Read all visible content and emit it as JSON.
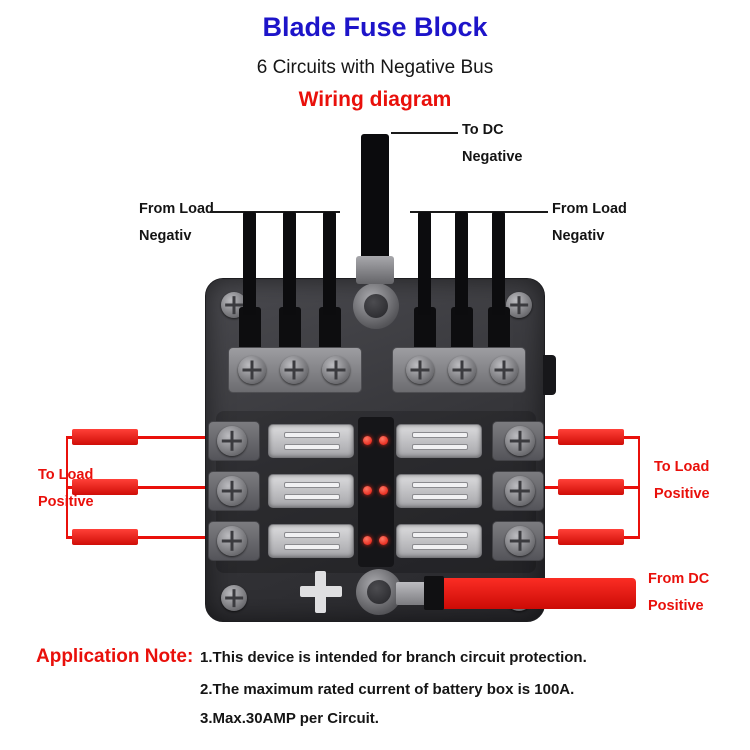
{
  "header": {
    "title": "Blade Fuse Block",
    "subtitle": "6 Circuits with Negative Bus",
    "diagram_title": "Wiring diagram"
  },
  "labels": {
    "to_dc": {
      "line1": "To DC",
      "line2": "Negative"
    },
    "from_load_left": {
      "line1": "From Load",
      "line2": "Negativ"
    },
    "from_load_right": {
      "line1": "From Load",
      "line2": "Negativ"
    },
    "to_load_left": {
      "line1": "To Load",
      "line2": "Positive"
    },
    "to_load_right": {
      "line1": "To Load",
      "line2": "Positive"
    },
    "from_dc": {
      "line1": "From DC",
      "line2": "Positive"
    }
  },
  "application_note": {
    "title": "Application Note:",
    "items": [
      "1.This device is intended for branch circuit protection.",
      "2.The maximum rated current of battery box is 100A.",
      "3.Max.30AMP per Circuit."
    ]
  },
  "device": {
    "circuits": 6,
    "led_indicators": 6,
    "fuse_positions": 6
  },
  "colors": {
    "title_blue": "#1d14c9",
    "accent_red": "#e9100b",
    "wire_black": "#0c0c0e",
    "wire_red": "#e9100b",
    "device_body_gray": "#343438"
  }
}
